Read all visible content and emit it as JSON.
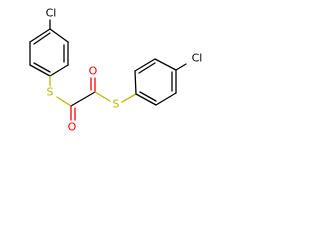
{
  "molecule": {
    "atoms": {
      "cl_top": "Cl",
      "s_left": "S",
      "o_top": "O",
      "o_bottom": "O",
      "s_right": "S",
      "cl_right": "Cl"
    },
    "colors": {
      "bond": "#000000",
      "chlorine": "#000000",
      "sulfur": "#b8b800",
      "oxygen": "#ff0000"
    }
  }
}
